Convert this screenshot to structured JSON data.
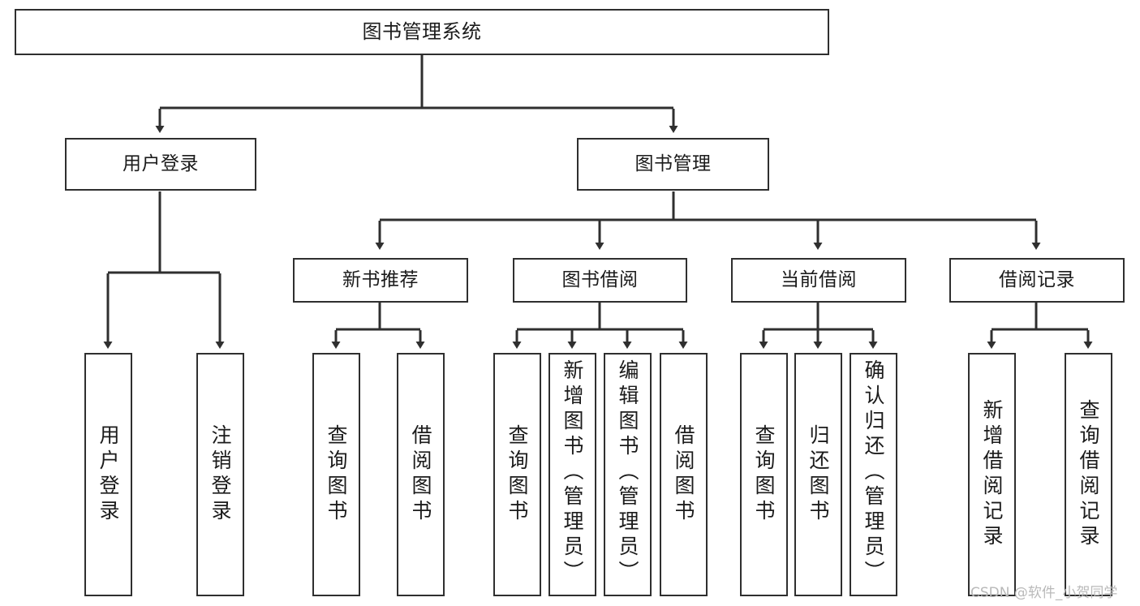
{
  "diagram": {
    "title": "图书管理系统",
    "type": "hierarchy-tree",
    "root": {
      "id": "root",
      "label": "图书管理系统"
    },
    "level2": [
      {
        "id": "user-login",
        "label": "用户登录"
      },
      {
        "id": "book-manage",
        "label": "图书管理"
      }
    ],
    "level3": [
      {
        "id": "new-book-rec",
        "label": "新书推荐",
        "parent": "book-manage"
      },
      {
        "id": "book-borrow",
        "label": "图书借阅",
        "parent": "book-manage"
      },
      {
        "id": "current-borrow",
        "label": "当前借阅",
        "parent": "book-manage"
      },
      {
        "id": "borrow-record",
        "label": "借阅记录",
        "parent": "book-manage"
      }
    ],
    "leaves": [
      {
        "id": "leaf-user-login",
        "label": "用户登录",
        "parent": "user-login"
      },
      {
        "id": "leaf-logout-login",
        "label": "注销登录",
        "parent": "user-login"
      },
      {
        "id": "leaf-query-book-1",
        "label": "查询图书",
        "parent": "new-book-rec"
      },
      {
        "id": "leaf-borrow-book-1",
        "label": "借阅图书",
        "parent": "new-book-rec"
      },
      {
        "id": "leaf-query-book-2",
        "label": "查询图书",
        "parent": "book-borrow"
      },
      {
        "id": "leaf-add-book",
        "label": "新增图书（管理员）",
        "parent": "book-borrow"
      },
      {
        "id": "leaf-edit-book",
        "label": "编辑图书（管理员）",
        "parent": "book-borrow"
      },
      {
        "id": "leaf-borrow-book-2",
        "label": "借阅图书",
        "parent": "book-borrow"
      },
      {
        "id": "leaf-query-book-3",
        "label": "查询图书",
        "parent": "current-borrow"
      },
      {
        "id": "leaf-return-book",
        "label": "归还图书",
        "parent": "current-borrow"
      },
      {
        "id": "leaf-confirm-return",
        "label": "确认归还（管理员）",
        "parent": "current-borrow"
      },
      {
        "id": "leaf-add-record",
        "label": "新增借阅记录",
        "parent": "borrow-record"
      },
      {
        "id": "leaf-query-record",
        "label": "查询借阅记录",
        "parent": "borrow-record"
      }
    ],
    "watermark": "CSDN @软件_小贺同学",
    "colors": {
      "border": "#2f2f2f",
      "text": "#1b1b1b",
      "background": "#ffffff",
      "watermark": "#b9b9b9"
    }
  }
}
